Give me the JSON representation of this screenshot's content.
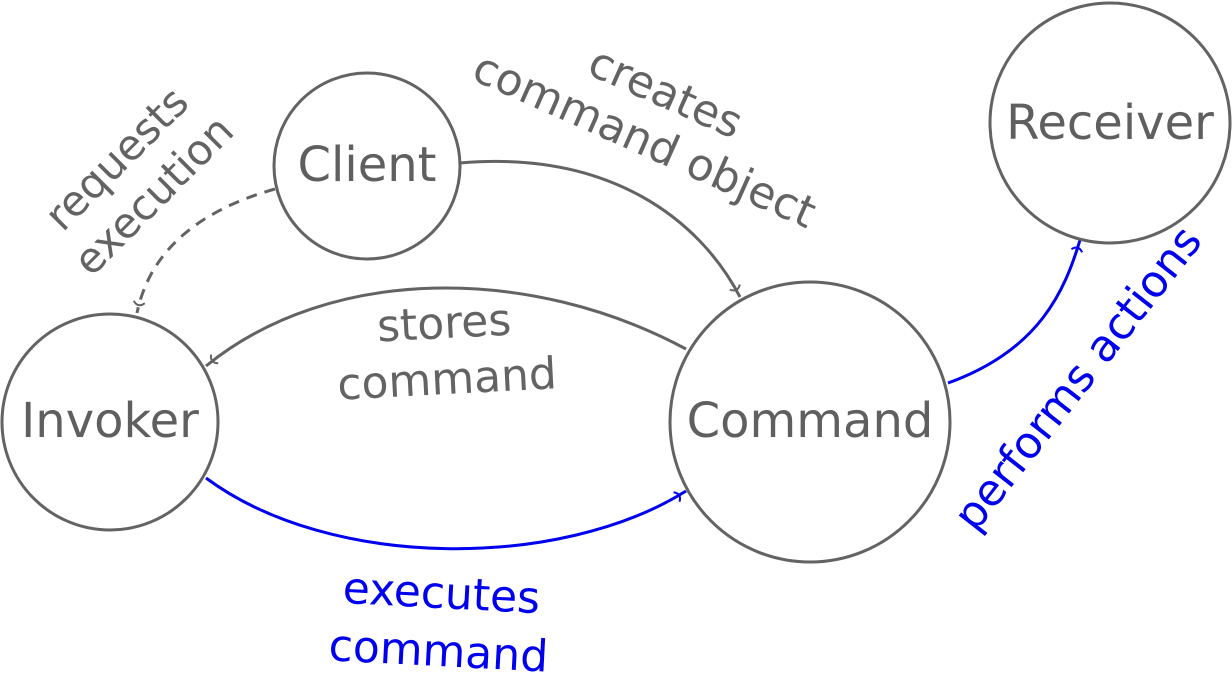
{
  "colors": {
    "gray": "#636363",
    "blue": "#0000ee"
  },
  "nodes": {
    "client": "Client",
    "receiver": "Receiver",
    "invoker": "Invoker",
    "command": "Command"
  },
  "edges": {
    "creates": {
      "line1": "creates",
      "line2": "command object"
    },
    "requests": {
      "line1": "requests",
      "line2": "execution"
    },
    "stores": {
      "line1": "stores",
      "line2": "command"
    },
    "executes": {
      "line1": "executes",
      "line2": "command"
    },
    "performs": {
      "line1": "performs actions"
    }
  }
}
